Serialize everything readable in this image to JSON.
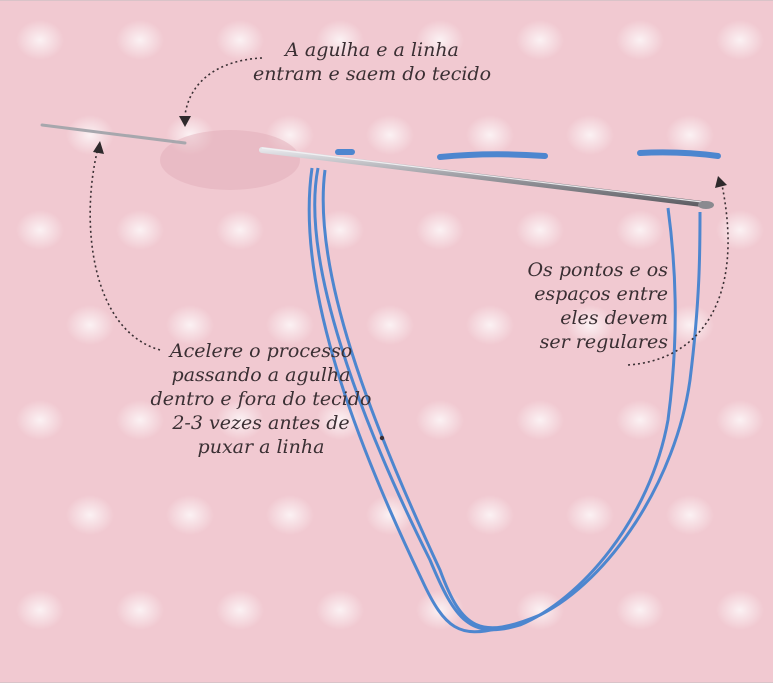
{
  "annotations": {
    "top": "A agulha e a linha\nentram e saem do tecido",
    "left": "Acelere o processo\npassando a agulha\ndentro e fora do tecido\n2-3 vezes antes de\npuxar a linha",
    "right": "Os pontos e os\nespaços entre\neles devem\nser regulares"
  },
  "colors": {
    "fabric": "#f0c6cf",
    "thread": "#4d86cf",
    "needle": "#b9b9bd",
    "text": "#3a2f33"
  }
}
